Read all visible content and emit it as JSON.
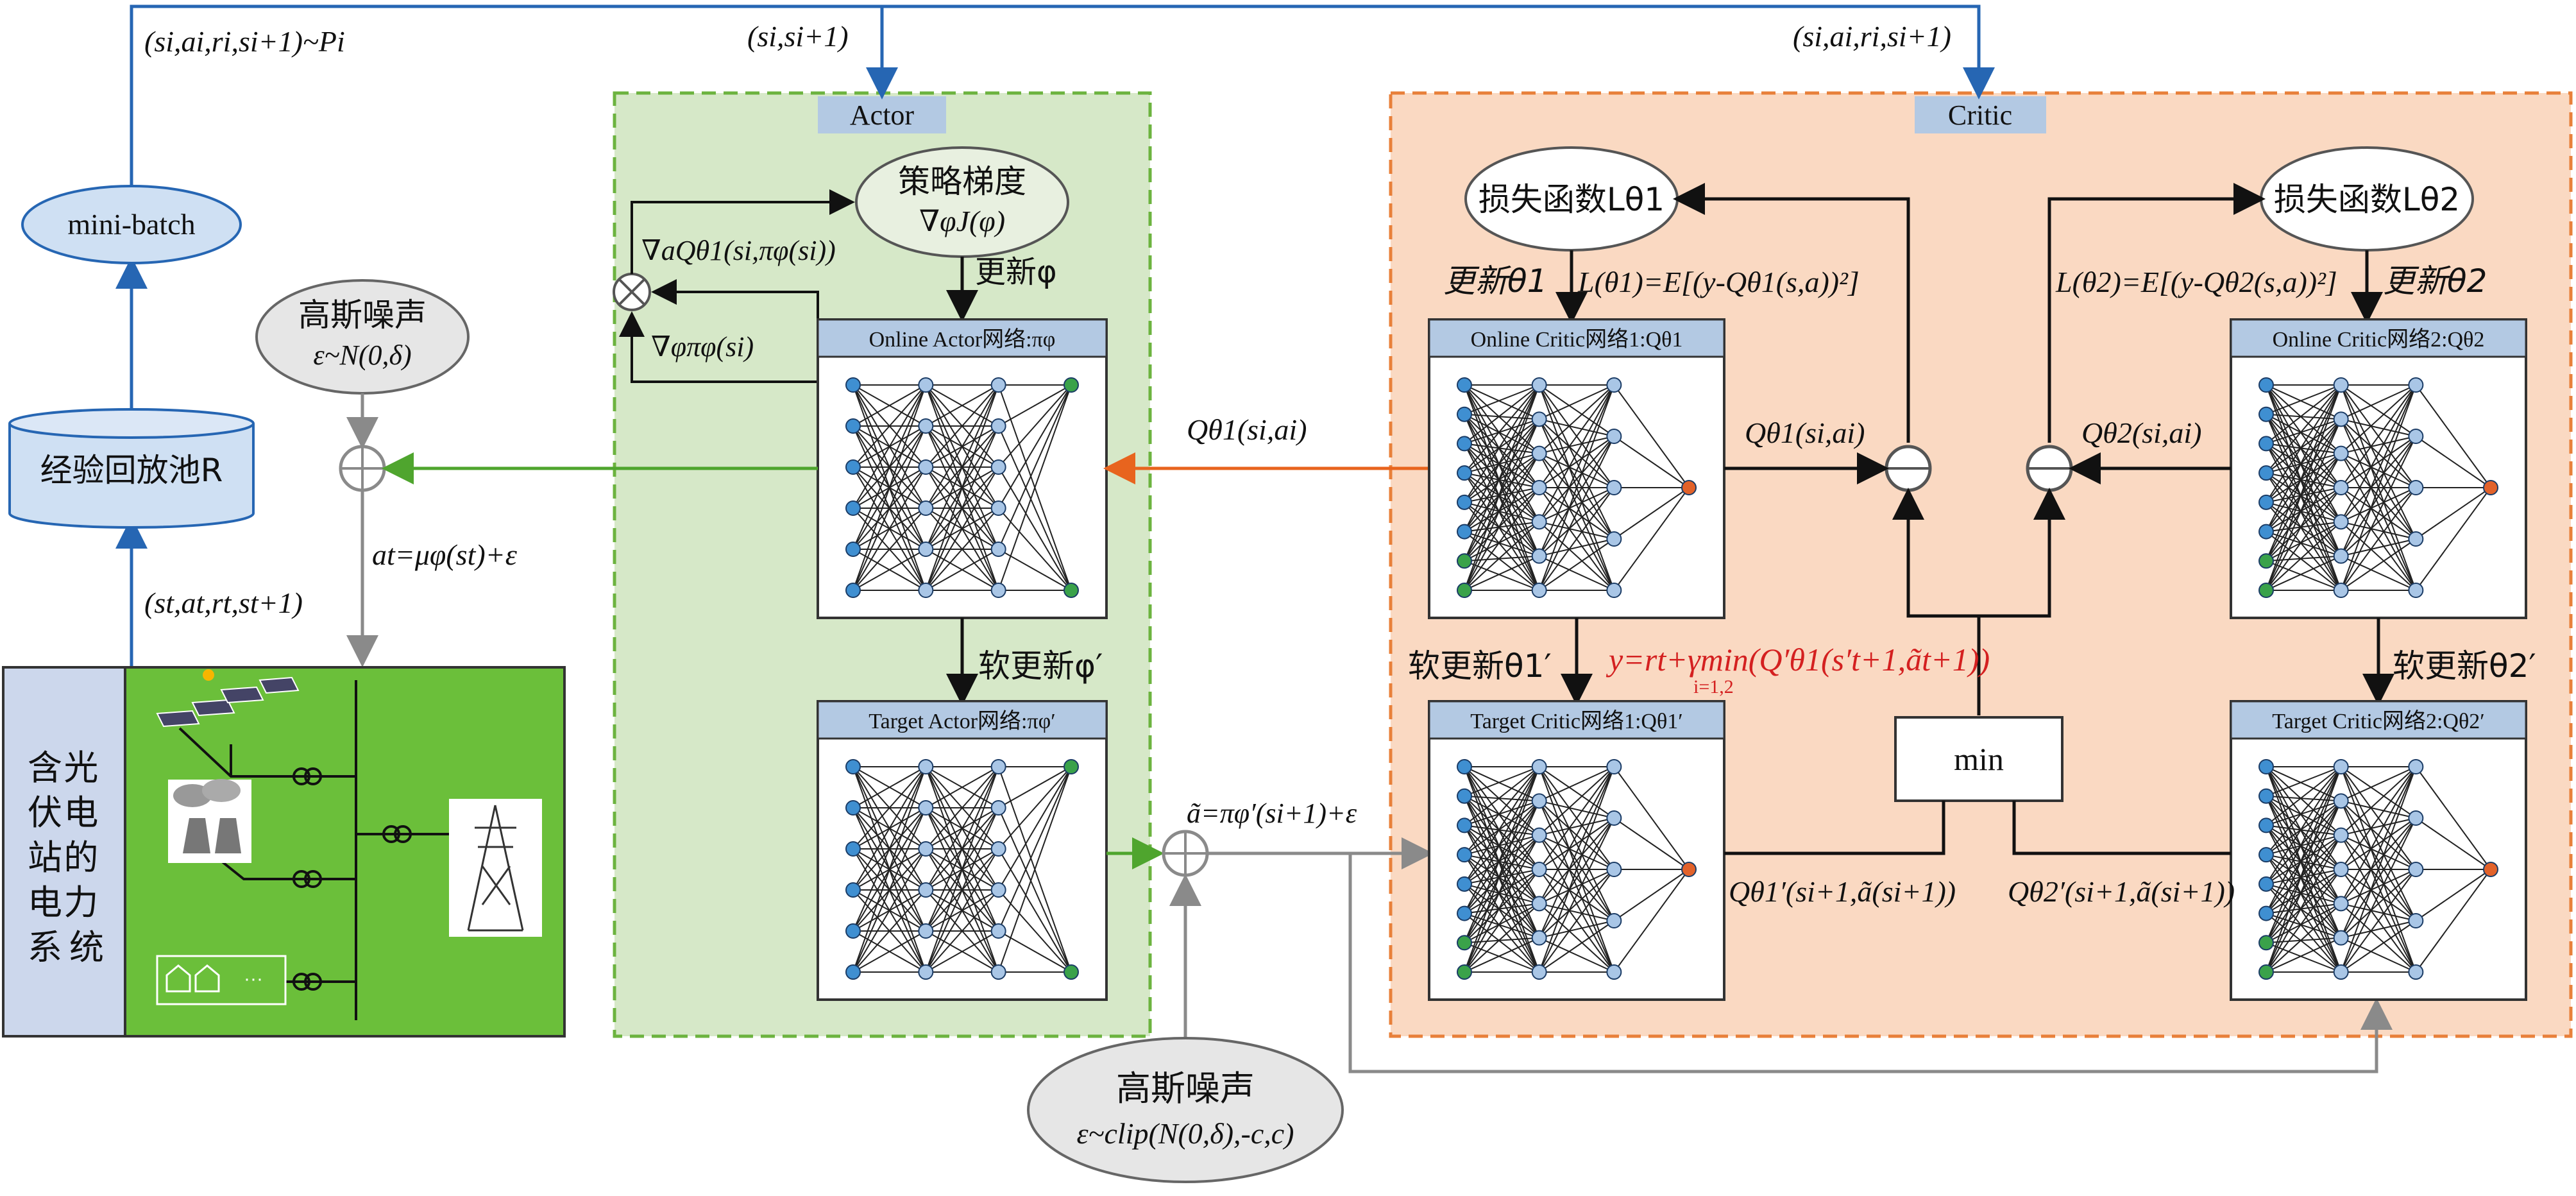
{
  "panels": {
    "actor_title": "Actor",
    "critic_title": "Critic"
  },
  "left": {
    "minibatch": "mini-batch",
    "replay_pool": "经验回放池R",
    "noise_title": "高斯噪声",
    "noise_formula": "ε~N(0,δ)",
    "action_formula": "at=μφ(st)+ε",
    "transition_label": "(st,at,rt,st+1)",
    "sample_label": "(si,ai,ri,si+1)~Pi",
    "power_system": "含光伏电站的电力系统"
  },
  "top": {
    "state_pair": "(si,si+1)",
    "critic_input": "(si,ai,ri,si+1)"
  },
  "actor": {
    "policy_gradient_title": "策略梯度",
    "policy_gradient_formula": "∇φJ(φ)",
    "update_label": "更新φ",
    "grad_q": "∇aQθ1(si,πφ(si))",
    "grad_pi": "∇φπφ(si)",
    "online_net": "Online Actor网络:πφ",
    "soft_update": "软更新φ′",
    "target_net": "Target Actor网络:πφ′",
    "target_action": "ã=πφ′(si+1)+ε"
  },
  "middle": {
    "q_feedback": "Qθ1(si,ai)",
    "noise2_title": "高斯噪声",
    "noise2_formula": "ε~clip(N(0,δ),-c,c)"
  },
  "critic": {
    "loss1": "损失函数Lθ1",
    "loss2": "损失函数Lθ2",
    "update1": "更新θ1",
    "update2": "更新θ2",
    "loss1_formula": "L(θ1)=E[(y-Qθ1(s,a))²]",
    "loss2_formula": "L(θ2)=E[(y-Qθ2(s,a))²]",
    "online1": "Online Critic网络1:Qθ1",
    "online2": "Online Critic网络2:Qθ2",
    "q1": "Qθ1(si,ai)",
    "q2": "Qθ2(si,ai)",
    "soft1": "软更新θ1′",
    "soft2": "软更新θ2′",
    "target1": "Target Critic网络1:Qθ1′",
    "target2": "Target Critic网络2:Qθ2′",
    "y_formula": "y=rt+γmin(Q′θ1(s′t+1,ãt+1))",
    "y_sub": "i=1,2",
    "min": "min",
    "tq1": "Qθ1′(si+1,ã(si+1))",
    "tq2": "Qθ2′(si+1,ã(si+1))"
  },
  "colors": {
    "actor_fill": "#d6e8c8",
    "actor_border": "#6cb33f",
    "critic_fill": "#fad9c2",
    "critic_border": "#e8803a",
    "top_arrow": "#2666b3",
    "green_arrow": "#4fa52e",
    "orange_arrow": "#e8641e",
    "red_text": "#d42020",
    "header_fill": "#b3c9e3",
    "power_green": "#6bbf3a",
    "node_blue": "#3f8fd1",
    "node_green": "#3aa24a",
    "node_orange": "#e2622a"
  }
}
